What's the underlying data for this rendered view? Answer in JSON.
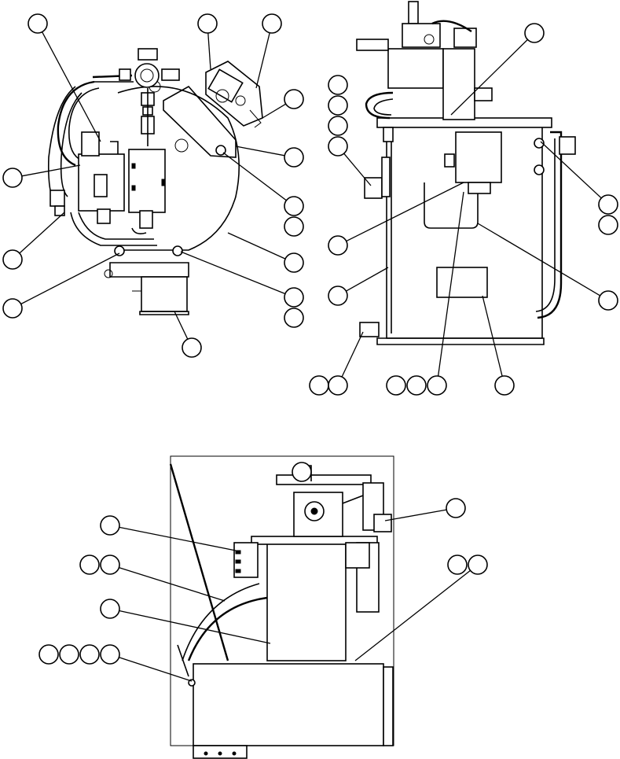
{
  "figure": {
    "views": [
      {
        "id": "top-view"
      },
      {
        "id": "side-view"
      },
      {
        "id": "bottom-view"
      }
    ],
    "balloon_text": "",
    "line_color": "#000000",
    "background_color": "#ffffff"
  }
}
